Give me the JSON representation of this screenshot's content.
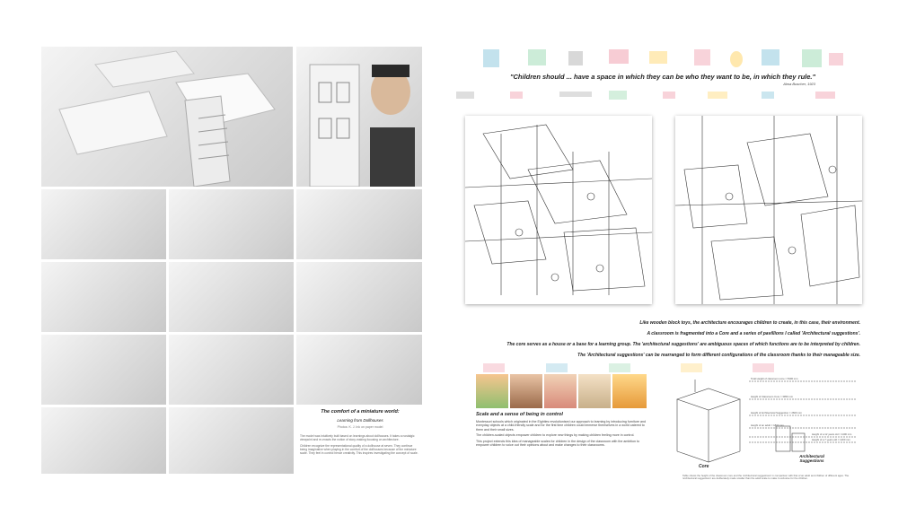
{
  "left_board": {
    "title": "The comfort of a miniature world:",
    "subtitle": "Learning from Dollhouses",
    "caption": "Photos: K. J. Ink on paper model",
    "para1": "The model was intuitively built based on learnings about dollhouses. It takes a nostalgic viewpoint and re-enacts the notion of story-making focusing on architecture.",
    "para2": "Children recognize the representational quality of a dollhouse at seven. They continue being imaginative when playing in the comfort of the dollhouses because of the miniature scale. They feel in control hence creativity. This inspires investigating the concept of scale."
  },
  "right_board": {
    "quote": "\"Children should ... have a space in which they can be who they want to be, in which they rule.\"",
    "quote_author": "Alma Buscher, 1923",
    "statements": [
      "Like wooden block toys, the architecture encourages children to create, in this case, their environment.",
      "A classroom is fragmented into a Core and a series of pavillions I called 'Architectural suggestions'.",
      "The core serves as a house or a base for a learning group. The 'architectural suggestions' are ambiguous spaces of which functions are to be interpreted by children.",
      "The 'Architectural suggestions' can be rearranged to form different configurations of the classroom thanks to their manageable size."
    ],
    "scale_title": "Scale and a sense of being in control",
    "scale_para1": "Montessori schools which originated in the Eighties revolutionised our approach to learning by introducing furniture and everyday objects at a child-friendly scale and for the first time children could immerse themselves in a world catered to them and their small sizes.",
    "scale_para2": "The children-scaled objects empower children to explore new things by making children feeling more in control.",
    "scale_para3": "This project extends this idea of manageable scales for children in the design of the classroom with the ambition to empower children to voice out their opinions about and make changes to their classrooms.",
    "core_label": "Core",
    "suggestions_label": "Architectural Suggestions",
    "diagram_caption": "Table shows the height of the classroom core and the 'architectural suggestions' in comparison with that of an adult and children of different ages. The 'architectural suggestions' are deliberately made smaller than the adult scale to make it exclusive for the children.",
    "height_labels": [
      "Total Height of classroom core = 5300 mm",
      "Height of Classroom Core = 3950 mm",
      "Height of Architectural Suggestion = 2600 mm",
      "Height of an adult = 1800 mm",
      "Height of a 12 years old = 1400 mm",
      "Height of a 7 years old = 1200 mm"
    ]
  },
  "colors": {
    "photo_light": "#f4f4f4",
    "photo_dark": "#c9c9c9",
    "pastel_pink": "#f4b6c2",
    "pastel_blue": "#a9d6e5",
    "pastel_green": "#b7e4c7",
    "pastel_yellow": "#ffe29a"
  }
}
